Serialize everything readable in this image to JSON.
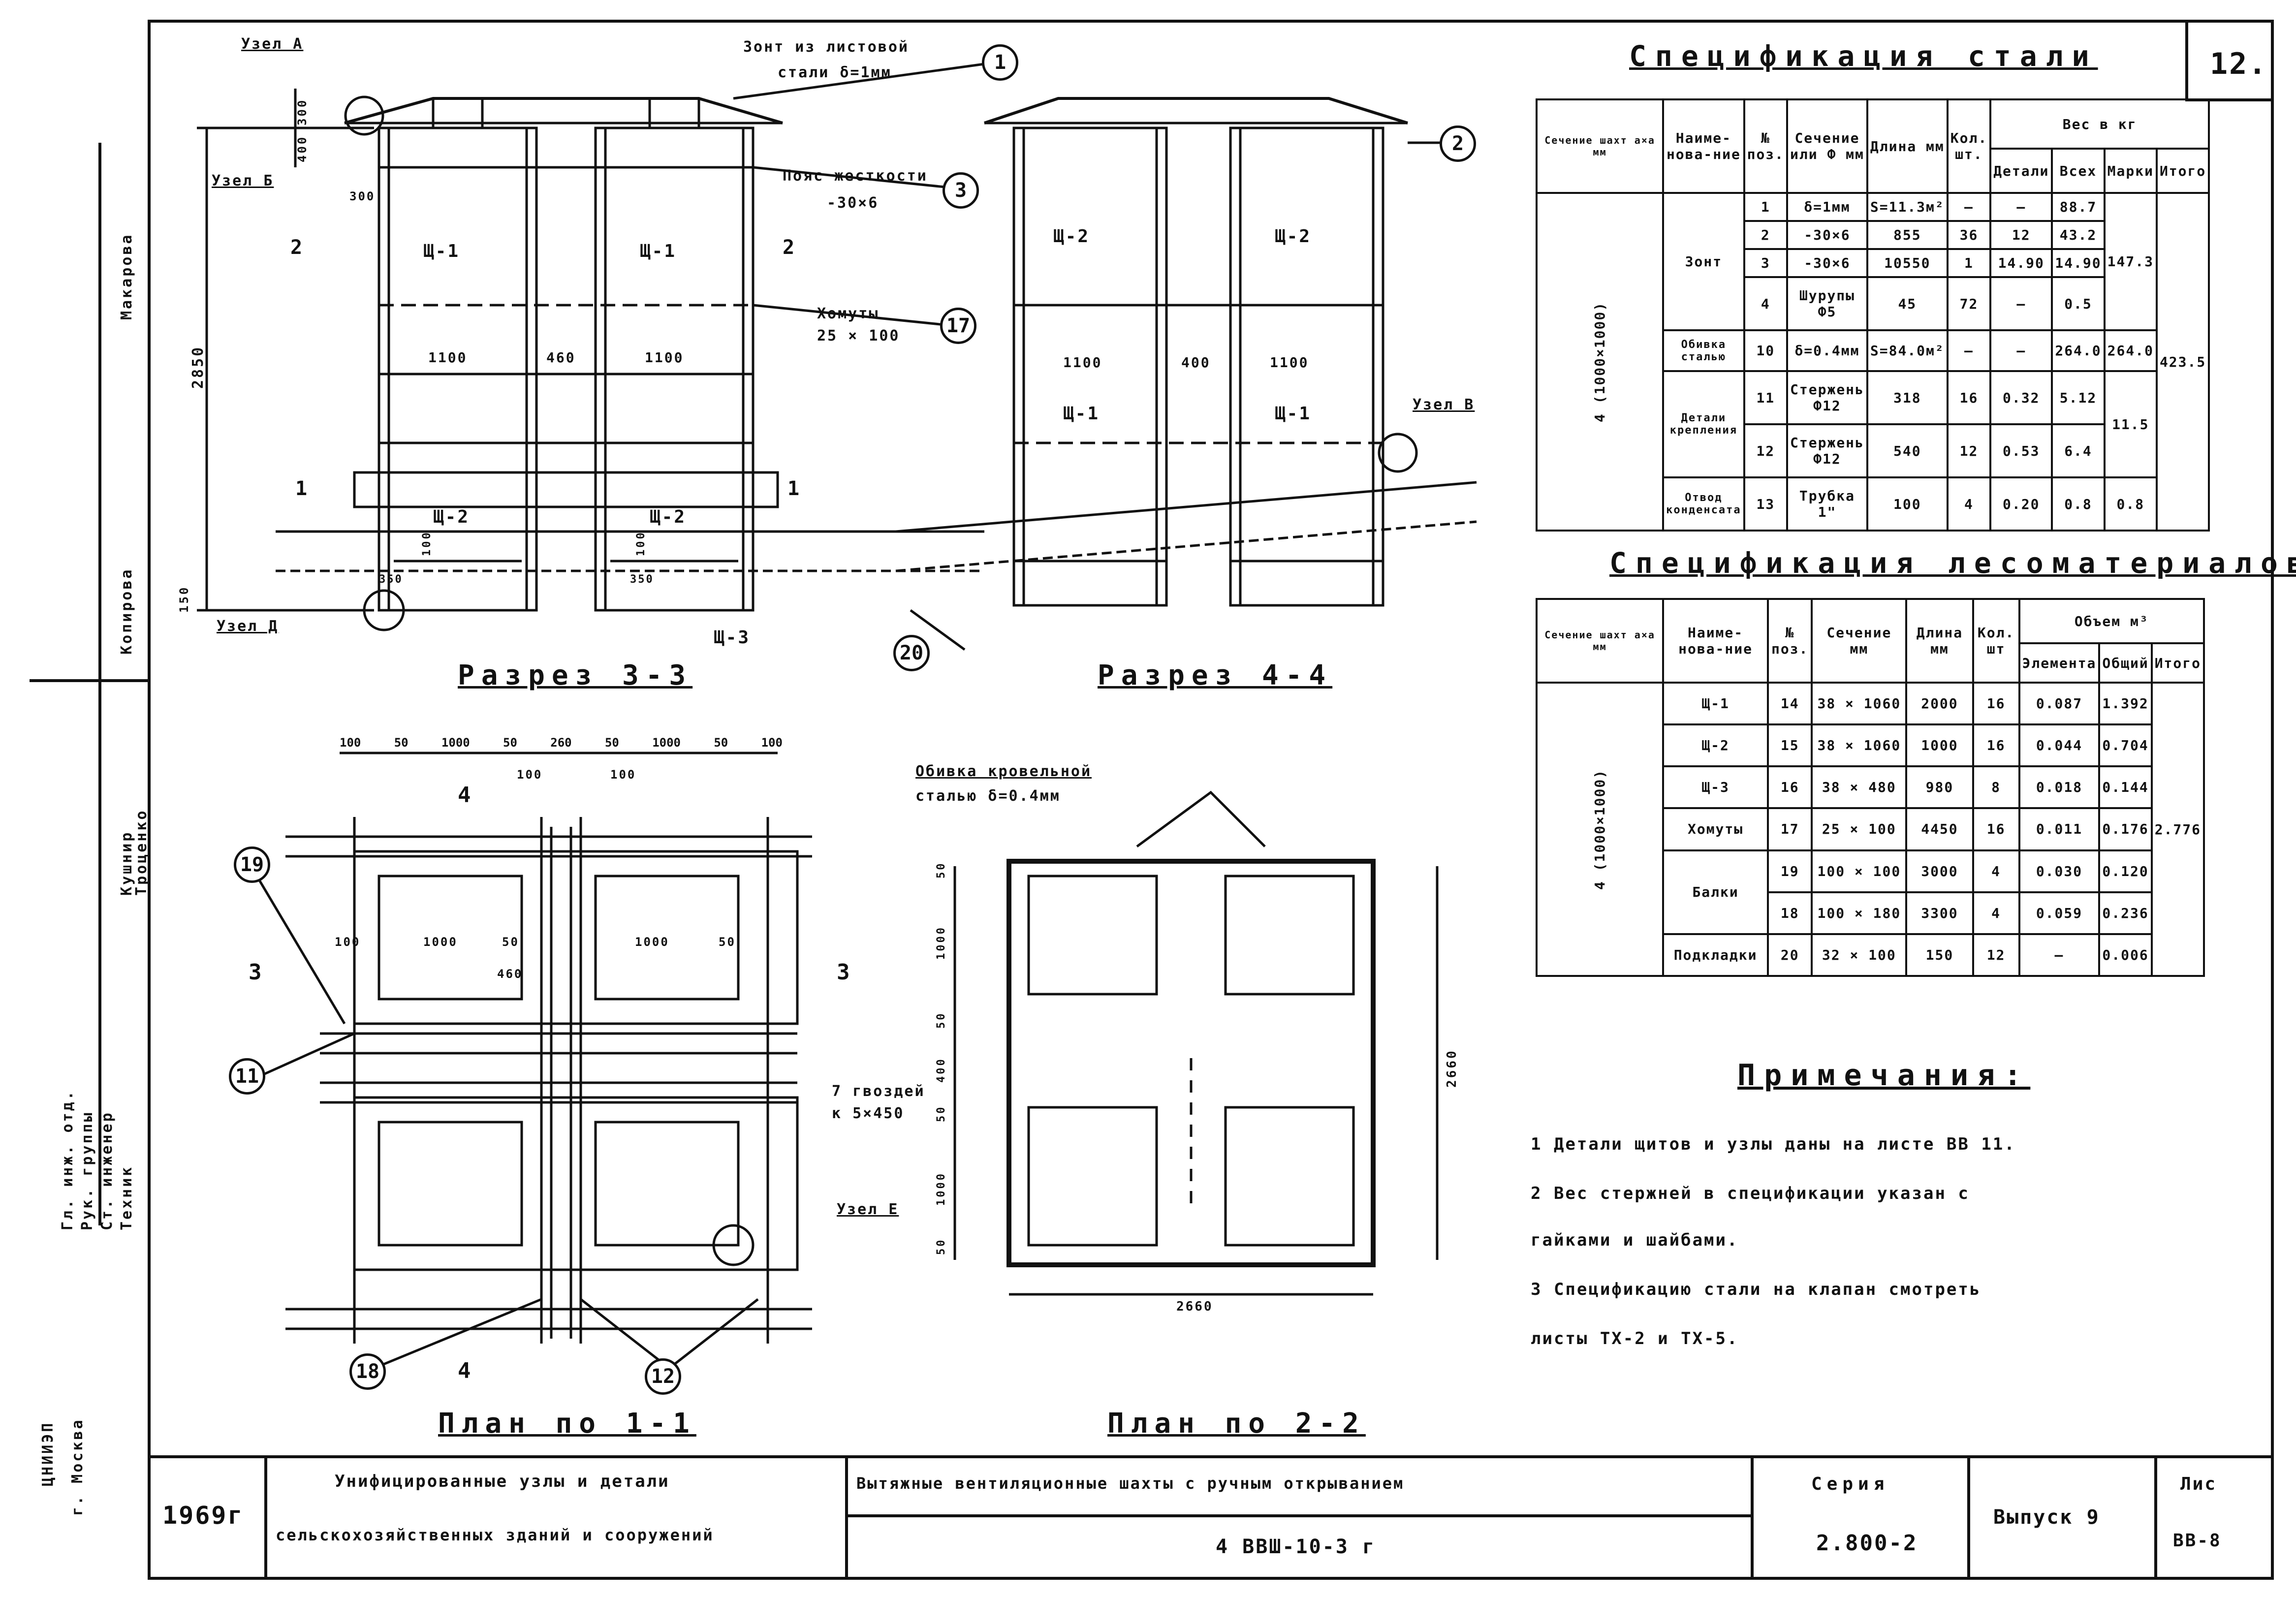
{
  "sheet_number": "12.",
  "stamp": {
    "year": "1969г",
    "title_line1": "Унифицированные узлы и детали",
    "title_line2": "сельскохозяйственных зданий и сооружений",
    "subject": "Вытяжные вентиляционные шахты с ручным открыванием",
    "code": "4 ВВШ-10-3 г",
    "series_label": "Серия",
    "series_value": "2.800-2",
    "issue": "Выпуск 9",
    "sheet_label": "Лис",
    "sheet_value": "ВВ-8"
  },
  "left_margin": {
    "org": "г. Москва",
    "org2": "ЦНИИЭП",
    "roles": [
      "Гл. инж. отд.",
      "Рук. группы",
      "Ст. инженер",
      "Техник"
    ],
    "names": [
      "Макарова",
      "Копирова",
      "Кушнир",
      "Троценко"
    ]
  },
  "section33": {
    "title": "Разрез 3-3",
    "labels": {
      "node_a": "Узел А",
      "node_b": "Узел Б",
      "node_d": "Узел Д",
      "umbrella": "Зонт из листовой",
      "umbrella2": "стали δ=1мм",
      "belt": "Пояс жесткости",
      "belt2": "-30×6",
      "clamps": "Хомуты",
      "clamps2": "25 × 100",
      "sch1a": "Щ-1",
      "sch1b": "Щ-1",
      "sch2a": "Щ-2",
      "sch2b": "Щ-2",
      "sch3": "Щ-3",
      "d1100a": "1100",
      "d460": "460",
      "d1100b": "1100",
      "d2850": "2850",
      "d400": "400",
      "d300a": "300",
      "d300b": "300",
      "d150": "150",
      "d350a": "350",
      "d350b": "350",
      "d100a": "100",
      "d100b": "100",
      "cut2l": "2",
      "cut2r": "2",
      "cut1l": "1",
      "cut1r": "1"
    }
  },
  "section44": {
    "title": "Разрез 4-4",
    "labels": {
      "sch2a": "Щ-2",
      "sch2b": "Щ-2",
      "sch1a": "Щ-1",
      "sch1b": "Щ-1",
      "d1100a": "1100",
      "d400": "400",
      "d1100b": "1100",
      "node_v": "Узел В"
    }
  },
  "plan11": {
    "title": "План по 1-1",
    "dims_top": [
      "100",
      "50",
      "1000",
      "50",
      "260",
      "50",
      "1000",
      "50",
      "100"
    ],
    "d100a": "100",
    "d100b": "100",
    "d460": "460",
    "d1000a": "1000",
    "d1000b": "1000",
    "d100c": "100",
    "d50a": "50",
    "d50b": "50",
    "nails": "7 гвоздей",
    "nails2": "к 5×450",
    "node_e": "Узел Е",
    "cut3l": "3",
    "cut3r": "3",
    "cut4t": "4",
    "cut4b": "4"
  },
  "plan22": {
    "title": "План по 2-2",
    "note1": "Обивка кровельной",
    "note2": "сталью δ=0.4мм",
    "left_dims": [
      "50",
      "1000",
      "50",
      "400",
      "50",
      "1000",
      "50"
    ],
    "width": "2660",
    "height": "2660"
  },
  "callouts": [
    "1",
    "2",
    "3",
    "17",
    "20",
    "19",
    "11",
    "18",
    "12"
  ],
  "steel_spec": {
    "title": "Спецификация стали",
    "headers": {
      "section": "Сечение шахт а×а мм",
      "name": "Наиме-нова-ние",
      "pos": "№ поз.",
      "profile": "Сечение или Ф мм",
      "length": "Длина мм",
      "qty": "Кол. шт.",
      "weight": "Вес в кг",
      "w_detail": "Детали",
      "w_all": "Всех",
      "w_mark": "Марки",
      "w_total": "Итого"
    },
    "section_value": "4 (1000×1000)",
    "grand_total": "423.5",
    "groups": [
      {
        "name": "Зонт",
        "total": "147.3",
        "rows": [
          {
            "pos": "1",
            "profile": "δ=1мм",
            "length": "S=11.3м²",
            "qty": "—",
            "w1": "—",
            "w2": "88.7"
          },
          {
            "pos": "2",
            "profile": "-30×6",
            "length": "855",
            "qty": "36",
            "w1": "12",
            "w2": "43.2"
          },
          {
            "pos": "3",
            "profile": "-30×6",
            "length": "10550",
            "qty": "1",
            "w1": "14.90",
            "w2": "14.90"
          },
          {
            "pos": "4",
            "profile": "Шурупы Ф5",
            "length": "45",
            "qty": "72",
            "w1": "—",
            "w2": "0.5"
          }
        ]
      },
      {
        "name": "Обивка сталью",
        "total": "264.0",
        "rows": [
          {
            "pos": "10",
            "profile": "δ=0.4мм",
            "length": "S=84.0м²",
            "qty": "—",
            "w1": "—",
            "w2": "264.0"
          }
        ]
      },
      {
        "name": "Детали крепления",
        "total": "11.5",
        "rows": [
          {
            "pos": "11",
            "profile": "Стержень Ф12",
            "length": "318",
            "qty": "16",
            "w1": "0.32",
            "w2": "5.12"
          },
          {
            "pos": "12",
            "profile": "Стержень Ф12",
            "length": "540",
            "qty": "12",
            "w1": "0.53",
            "w2": "6.4"
          }
        ]
      },
      {
        "name": "Отвод конденсата",
        "total": "0.8",
        "rows": [
          {
            "pos": "13",
            "profile": "Трубка 1\"",
            "length": "100",
            "qty": "4",
            "w1": "0.20",
            "w2": "0.8"
          }
        ]
      }
    ]
  },
  "wood_spec": {
    "title": "Спецификация лесоматериалов",
    "headers": {
      "section": "Сечение шахт а×а мм",
      "name": "Наиме-нова-ние",
      "pos": "№ поз.",
      "profile": "Сечение мм",
      "length": "Длина мм",
      "qty": "Кол. шт",
      "volume": "Объем м³",
      "v_elem": "Элемента",
      "v_all": "Общий",
      "v_total": "Итого"
    },
    "section_value": "4 (1000×1000)",
    "grand_total": "2.776",
    "rows": [
      {
        "name": "Щ-1",
        "pos": "14",
        "profile": "38 × 1060",
        "length": "2000",
        "qty": "16",
        "v1": "0.087",
        "v2": "1.392"
      },
      {
        "name": "Щ-2",
        "pos": "15",
        "profile": "38 × 1060",
        "length": "1000",
        "qty": "16",
        "v1": "0.044",
        "v2": "0.704"
      },
      {
        "name": "Щ-3",
        "pos": "16",
        "profile": "38 × 480",
        "length": "980",
        "qty": "8",
        "v1": "0.018",
        "v2": "0.144"
      },
      {
        "name": "Хомуты",
        "pos": "17",
        "profile": "25 × 100",
        "length": "4450",
        "qty": "16",
        "v1": "0.011",
        "v2": "0.176"
      },
      {
        "name": "Балки",
        "pos": "19",
        "profile": "100 × 100",
        "length": "3000",
        "qty": "4",
        "v1": "0.030",
        "v2": "0.120"
      },
      {
        "name": "",
        "pos": "18",
        "profile": "100 × 180",
        "length": "3300",
        "qty": "4",
        "v1": "0.059",
        "v2": "0.236"
      },
      {
        "name": "Подкладки",
        "pos": "20",
        "profile": "32 × 100",
        "length": "150",
        "qty": "12",
        "v1": "—",
        "v2": "0.006"
      }
    ]
  },
  "notes": {
    "title": "Примечания:",
    "items": [
      "1  Детали щитов и узлы даны на листе ВВ 11.",
      "2  Вес стержней в спецификации указан с",
      "    гайками и шайбами.",
      "3  Спецификацию стали на клапан смотреть",
      "    листы  ТХ-2  и  ТХ-5."
    ]
  }
}
